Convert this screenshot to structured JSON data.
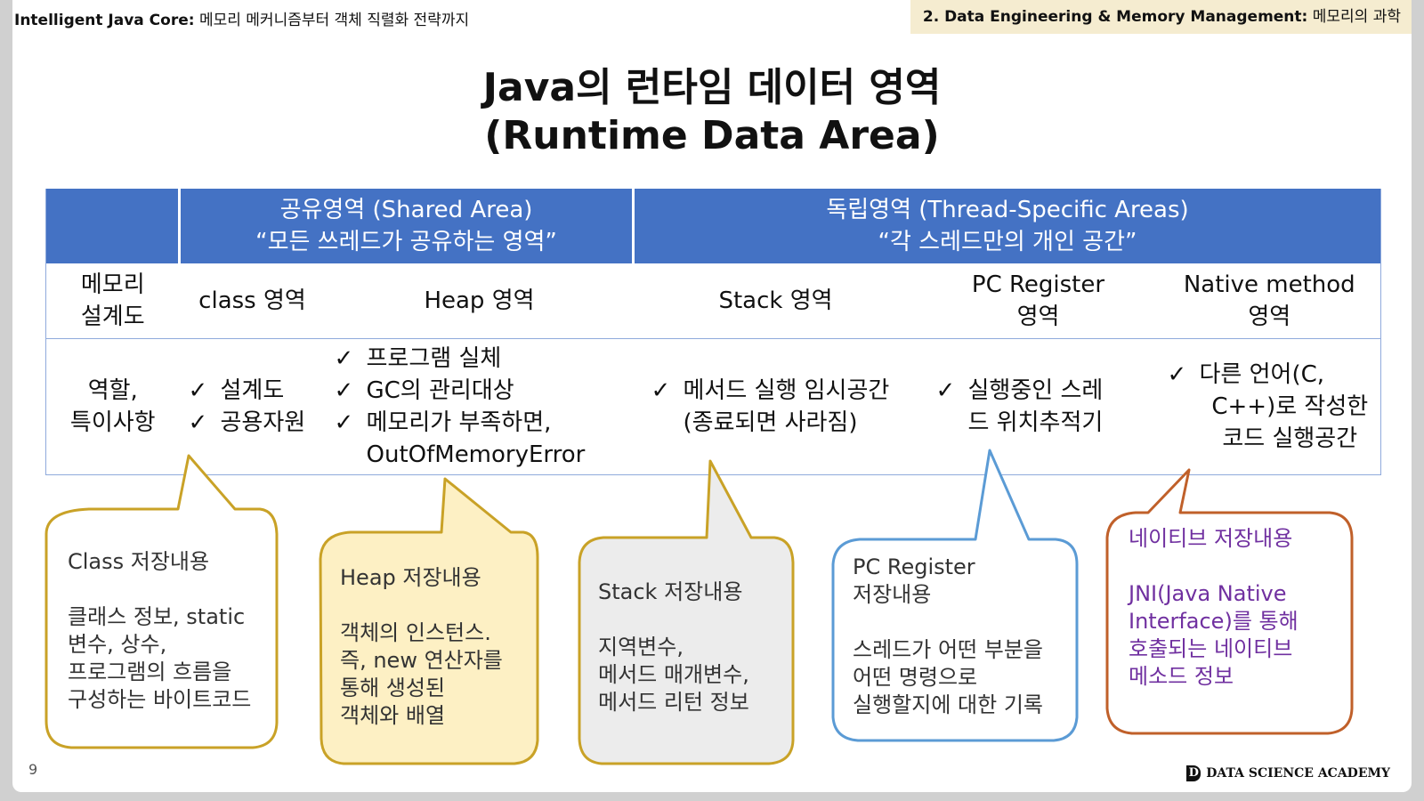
{
  "header": {
    "left_bold": "Intelligent Java Core:",
    "left_text": "메모리 메커니즘부터 객체 직렬화 전략까지",
    "right_bold": "2. Data Engineering & Memory Management:",
    "right_text": "메모리의 과학"
  },
  "title": {
    "line1": "Java의 런타임 데이터 영역",
    "line2": "(Runtime Data Area)"
  },
  "table": {
    "shared": {
      "line1": "공유영역 (Shared Area)",
      "line2": "“모든 쓰레드가 공유하는 영역”"
    },
    "thread": {
      "line1": "독립영역 (Thread-Specific Areas)",
      "line2": "“각 스레드만의 개인 공간”"
    },
    "row_label_design": {
      "line1": "메모리",
      "line2": "설계도"
    },
    "row_label_role": {
      "line1": "역할,",
      "line2": "특이사항"
    },
    "columns": {
      "class": {
        "label": "class 영역",
        "items": [
          "설계도",
          "공용자원"
        ]
      },
      "heap": {
        "label": "Heap 영역",
        "items": [
          "프로그램 실체",
          "GC의 관리대상",
          "메모리가 부족하면,",
          "OutOfMemoryError"
        ]
      },
      "stack": {
        "label": "Stack 영역",
        "items": [
          "메서드 실행 임시공간",
          "(종료되면 사라짐)"
        ]
      },
      "pc": {
        "label1": "PC Register",
        "label2": "영역",
        "items": [
          "실행중인 스레",
          "드 위치추적기"
        ]
      },
      "native": {
        "label1": "Native method",
        "label2": "영역",
        "items": [
          "다른 언어(C,",
          "C++)로 작성한",
          "코드 실행공간"
        ]
      }
    }
  },
  "bubbles": {
    "class": {
      "title": "Class 저장내용",
      "lines": [
        "클래스 정보, static",
        "변수, 상수,",
        "프로그램의 흐름을",
        "구성하는 바이트코드"
      ]
    },
    "heap": {
      "title": "Heap 저장내용",
      "lines": [
        "객체의 인스턴스.",
        "즉, new 연산자를",
        "통해 생성된",
        "객체와 배열"
      ]
    },
    "stack": {
      "title": "Stack 저장내용",
      "lines": [
        "지역변수,",
        "메서드 매개변수,",
        "메서드 리턴 정보"
      ]
    },
    "pc": {
      "title1": "PC Register",
      "title2": "저장내용",
      "lines": [
        "스레드가 어떤 부분을",
        "어떤 명령으로",
        "실행할지에 대한 기록"
      ]
    },
    "native": {
      "title": "네이티브 저장내용",
      "lines": [
        "JNI(Java Native",
        "Interface)를 통해",
        "호출되는 네이티브",
        "메소드 정보"
      ]
    }
  },
  "colors": {
    "header_band": "#4472c4",
    "class_bubble": "#c9a227",
    "heap_bubble_fill": "#fdf0c4",
    "stack_bubble_fill": "#ececec",
    "pc_bubble": "#5b9bd5",
    "native_bubble": "#c0602a",
    "native_text": "#7030a0"
  },
  "footer": {
    "page": "9",
    "logo_mark": "D",
    "logo_text": "DATA SCIENCE ACADEMY"
  }
}
